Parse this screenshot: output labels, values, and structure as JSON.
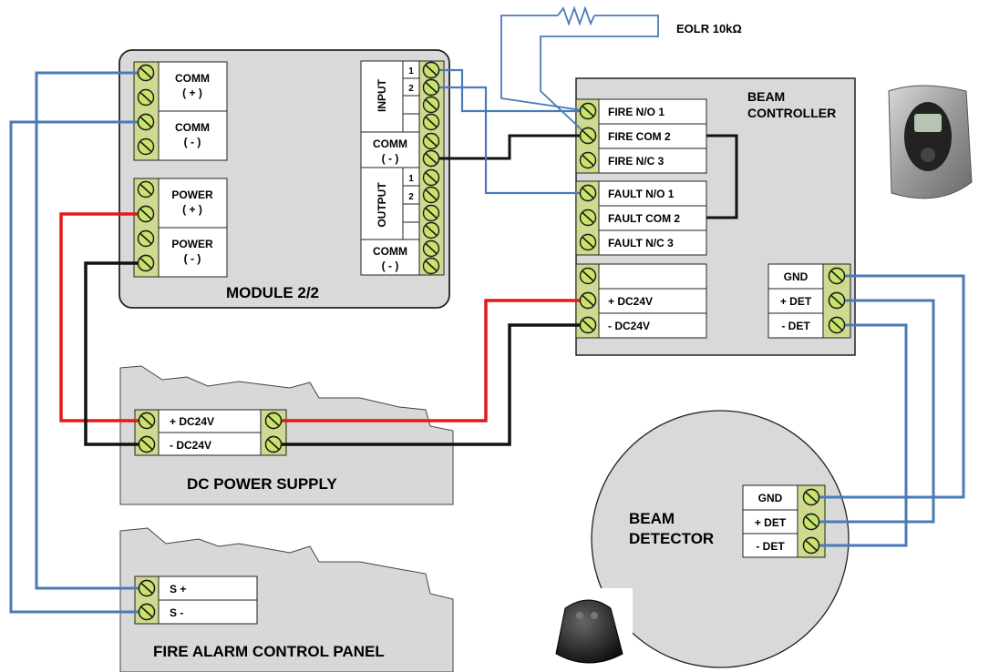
{
  "eolr": {
    "label": "EOLR  10kΩ"
  },
  "module": {
    "title": "MODULE 2/2",
    "comm_plus": [
      "COMM",
      "( + )"
    ],
    "comm_minus": [
      "COMM",
      "( - )"
    ],
    "power_plus": [
      "POWER",
      "( + )"
    ],
    "power_minus": [
      "POWER",
      "( - )"
    ],
    "input_label": "INPUT",
    "output_label": "OUTPUT",
    "input_nums": [
      "1",
      "2"
    ],
    "output_nums": [
      "1",
      "2"
    ],
    "comm_mid": [
      "COMM",
      "( - )"
    ],
    "comm_bottom": [
      "COMM",
      "( - )"
    ]
  },
  "beam_controller": {
    "title_line1": "BEAM",
    "title_line2": "CONTROLLER",
    "fire_terms": [
      "FIRE  N/O 1",
      "FIRE COM 2",
      "FIRE  N/C 3"
    ],
    "fault_terms": [
      "FAULT  N/O 1",
      "FAULT COM 2",
      "FAULT  N/C 3"
    ],
    "power_terms": [
      "",
      "+ DC24V",
      "-  DC24V"
    ],
    "det_terms": [
      "GND",
      "+ DET",
      "-  DET"
    ]
  },
  "power_supply": {
    "title": "DC POWER SUPPLY",
    "terms": [
      "+ DC24V",
      "-  DC24V"
    ]
  },
  "fire_panel": {
    "title": "FIRE ALARM CONTROL PANEL",
    "terms": [
      "S +",
      "S  -"
    ]
  },
  "beam_detector": {
    "title_line1": "BEAM",
    "title_line2": "DETECTOR",
    "terms": [
      "GND",
      "+ DET",
      "-  DET"
    ]
  },
  "wire_colors": {
    "signal": "#4a7ab7",
    "positive": "#e21a1a",
    "negative": "#111111"
  }
}
